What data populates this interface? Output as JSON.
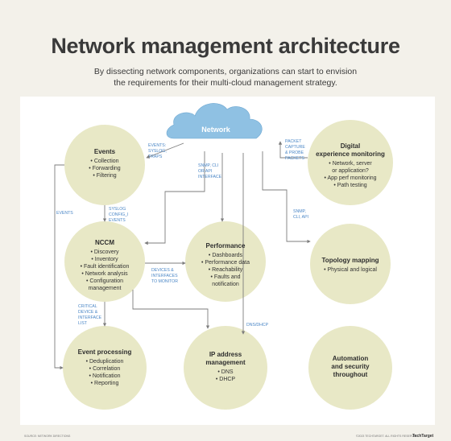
{
  "title": "Network management architecture",
  "subtitle_line1": "By dissecting network components, organizations can start to envision",
  "subtitle_line2": "the requirements for their multi-cloud management strategy.",
  "cloud": {
    "label": "Network",
    "color": "#8fc1e3"
  },
  "colors": {
    "node_fill": "#e8e8c6",
    "edge": "#7d7d7d",
    "edge_label": "#4a86c6"
  },
  "nodes": {
    "events": {
      "title": "Events",
      "items": [
        "• Collection",
        "• Forwarding",
        "• Filtering"
      ]
    },
    "digital": {
      "title_lines": [
        "Digital",
        "experience monitoring"
      ],
      "items": [
        "• Network, server",
        "or application?",
        "• App perf monitoring",
        "• Path testing"
      ]
    },
    "nccm": {
      "title": "NCCM",
      "items": [
        "• Discovery",
        "• Inventory",
        "• Fault identification",
        "• Network analysis",
        "• Configuration",
        "management"
      ]
    },
    "performance": {
      "title": "Performance",
      "items": [
        "• Dashboards",
        "• Performance data",
        "• Reachability",
        "• Faults and",
        "notification"
      ]
    },
    "topology": {
      "title": "Topology mapping",
      "items": [
        "• Physical and logical"
      ]
    },
    "eventproc": {
      "title": "Event processing",
      "items": [
        "• Deduplication",
        "• Correlation",
        "• Notification",
        "• Reporting"
      ]
    },
    "ipam": {
      "title_lines": [
        "IP address",
        "management"
      ],
      "items": [
        "• DNS",
        "• DHCP"
      ]
    },
    "automation": {
      "title_lines": [
        "Automation",
        "and security",
        "throughout"
      ]
    }
  },
  "edge_labels": {
    "events_syslog": [
      "EVENTS:",
      "SYSLOG,",
      "TRAPS"
    ],
    "packet": [
      "PACKET",
      "CAPTURE",
      "& PROBE",
      "PACKETS"
    ],
    "snmp_interface": [
      "SNMP, CLI",
      "OR API",
      "INTERFACE"
    ],
    "events_left": [
      "EVENTS"
    ],
    "syslog_config": [
      "SYSLOG",
      "CONFIG_I",
      "EVENTS"
    ],
    "snmp_cli_api": [
      "SNMP,",
      "CLI, API"
    ],
    "devices": [
      "DEVICES &",
      "INTERFACES",
      "TO MONITOR"
    ],
    "critical": [
      "CRITICAL",
      "DEVICE &",
      "INTERFACE",
      "LIST"
    ],
    "dns_dhcp": [
      "DNS/DHCP"
    ]
  },
  "footer": {
    "left": "SOURCE: NETWORK DIRECTIONS",
    "right": "©2023 TECHTARGET. ALL RIGHTS RESERVED",
    "logo": "TechTarget"
  }
}
